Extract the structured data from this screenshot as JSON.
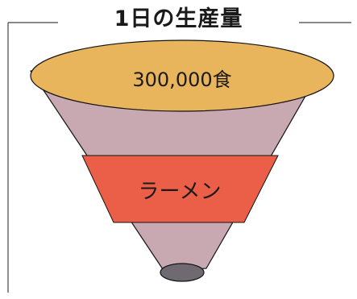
{
  "title": "1日の生産量",
  "funnel": {
    "top_label": "300,000食",
    "band_label": "ラーメン"
  },
  "colors": {
    "top_ellipse": "#e9b55c",
    "funnel_body": "#c9a9b1",
    "band": "#eb5f48",
    "bottom_ellipse": "#6f6a72",
    "outline": "#111111",
    "frame": "#444444"
  }
}
